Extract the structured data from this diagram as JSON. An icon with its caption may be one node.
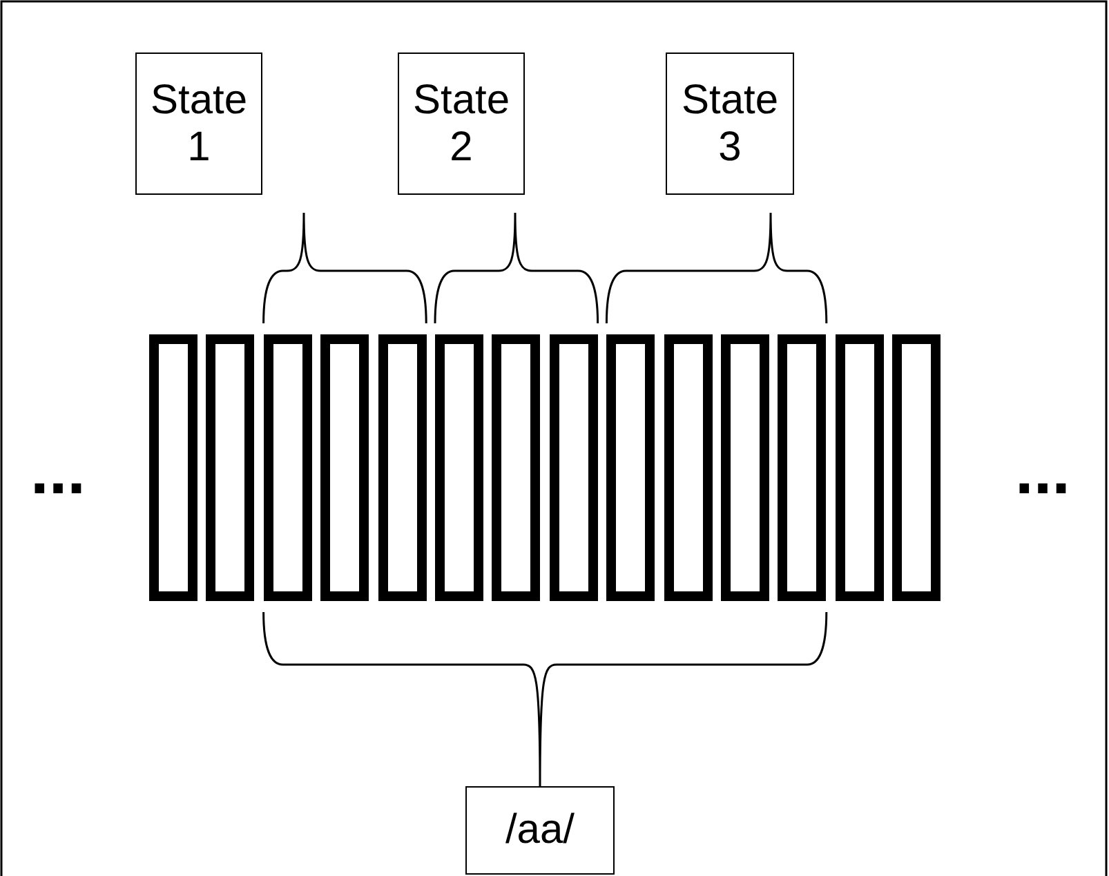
{
  "diagram": {
    "nodes": [
      {
        "text": [
          "State 1"
        ]
      },
      {
        "text": [
          "State 2"
        ]
      },
      {
        "text": [
          "State 3"
        ]
      },
      {
        "text": [
          "/aa/"
        ]
      },
      {
        "text": [],
        "shape": "box"
      },
      {
        "text": [],
        "shape": "box"
      },
      {
        "text": [],
        "shape": "box"
      },
      {
        "text": [],
        "shape": "box"
      },
      {
        "text": [],
        "shape": "box"
      },
      {
        "text": [],
        "shape": "box"
      },
      {
        "text": [],
        "shape": "box"
      },
      {
        "text": [],
        "shape": "box"
      },
      {
        "text": [],
        "shape": "box"
      },
      {
        "text": [],
        "shape": "box"
      },
      {
        "text": [],
        "shape": "box"
      },
      {
        "text": [],
        "shape": "box"
      },
      {
        "text": [],
        "shape": "box"
      },
      {
        "text": [],
        "shape": "box"
      }
    ],
    "edges": [],
    "labels": [
      "...",
      "..."
    ]
  }
}
